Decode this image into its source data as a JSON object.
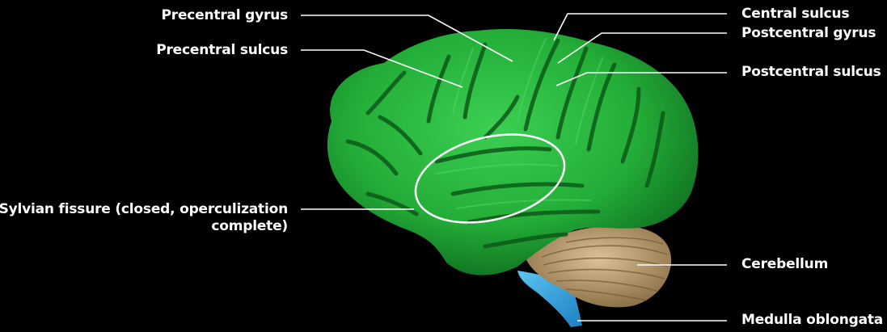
{
  "labels": {
    "precentral_gyrus": "Precentral gyrus",
    "precentral_sulcus": "Precentral sulcus",
    "sylvian_fissure": "Sylvian fissure (closed, operculization complete)",
    "central_sulcus": "Central sulcus",
    "postcentral_gyrus": "Postcentral gyrus",
    "postcentral_sulcus": "Postcentral sulcus",
    "cerebellum": "Cerebellum",
    "medulla_oblongata": "Medulla oblongata"
  },
  "colors": {
    "background": "#000000",
    "cerebrum": "#22b23a",
    "cerebrum_dark": "#0f6a1f",
    "cerebellum": "#c7a977",
    "brainstem": "#3aa6e0",
    "leader_line": "#ffffff"
  }
}
